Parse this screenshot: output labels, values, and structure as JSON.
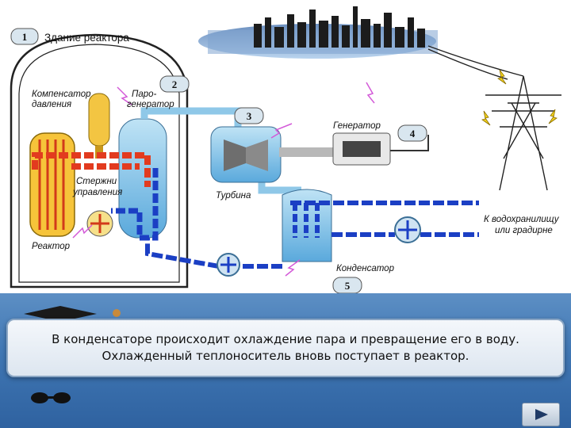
{
  "diagram": {
    "steps": [
      "1",
      "2",
      "3",
      "4",
      "5"
    ],
    "labels": {
      "building": "Здание реактора",
      "compensator_line1": "Компенсатор",
      "compensator_line2": "давления",
      "steam_gen_line1": "Паро-",
      "steam_gen_line2": "генератор",
      "rods_line1": "Стержни",
      "rods_line2": "управления",
      "reactor": "Реактор",
      "turbine": "Турбина",
      "generator": "Генератор",
      "condenser": "Конденсатор",
      "reservoir_line1": "К водохранилищу",
      "reservoir_line2": "или градирне"
    }
  },
  "caption": {
    "line1": "В конденсаторе происходит охлаждение пара и превращение его в воду.",
    "line2": "Охлажденный теплоноситель вновь поступает в реактор."
  },
  "navigation": {
    "next_icon": "play-right-icon"
  },
  "colors": {
    "hot_loop": "#e23b1f",
    "cold_loop": "#1b3fc4",
    "steam": "#8fc8e8",
    "number_badge": "#d9e6ef",
    "panel": "#3f76b3"
  }
}
